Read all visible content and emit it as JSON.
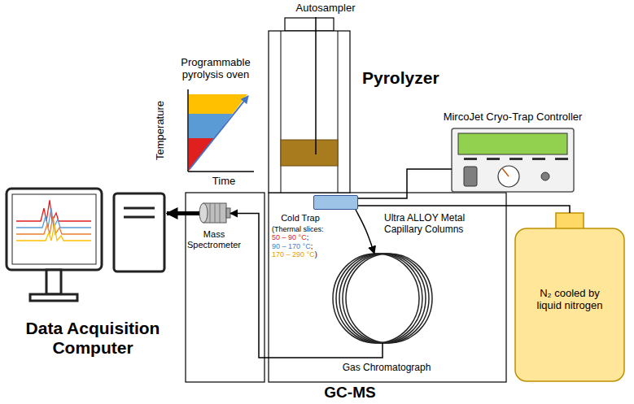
{
  "diagram": {
    "nodes": [
      {
        "text": [
          "Pyrolyzer"
        ]
      },
      {
        "text": [
          "MircoJet Cryo-Trap Controller"
        ]
      },
      {
        "text": [
          "Data Acquisition Computer"
        ]
      },
      {
        "text": [
          "Mass Spectrometer"
        ]
      },
      {
        "text": [
          "Gas Chromatograph",
          "GC-MS"
        ]
      },
      {
        "text": [
          "Cold Trap",
          "(Thermal slices:",
          "50 – 90 °C",
          ";",
          "90 – 170 °C",
          ";",
          "170 – 290 °C",
          ")"
        ],
        "in": 4
      },
      {
        "text": [
          "Ultra ALLOY Metal Capillary Columns"
        ],
        "in": 4
      },
      {
        "text": [
          "N₂ cooled by liquid nitrogen"
        ]
      }
    ],
    "edges": [
      {
        "from": 5,
        "to": 6,
        "arrow": "to"
      },
      {
        "from": 6,
        "to": 3,
        "arrow": "to"
      },
      {
        "from": 3,
        "to": 2,
        "arrow": "to"
      },
      {
        "from": 1,
        "to": 5,
        "arrow": "none"
      },
      {
        "from": 7,
        "to": 5,
        "arrow": "none"
      }
    ],
    "labels": [
      "Autosampler",
      "Programmable pyrolysis oven",
      "Temperature",
      "Time"
    ]
  }
}
